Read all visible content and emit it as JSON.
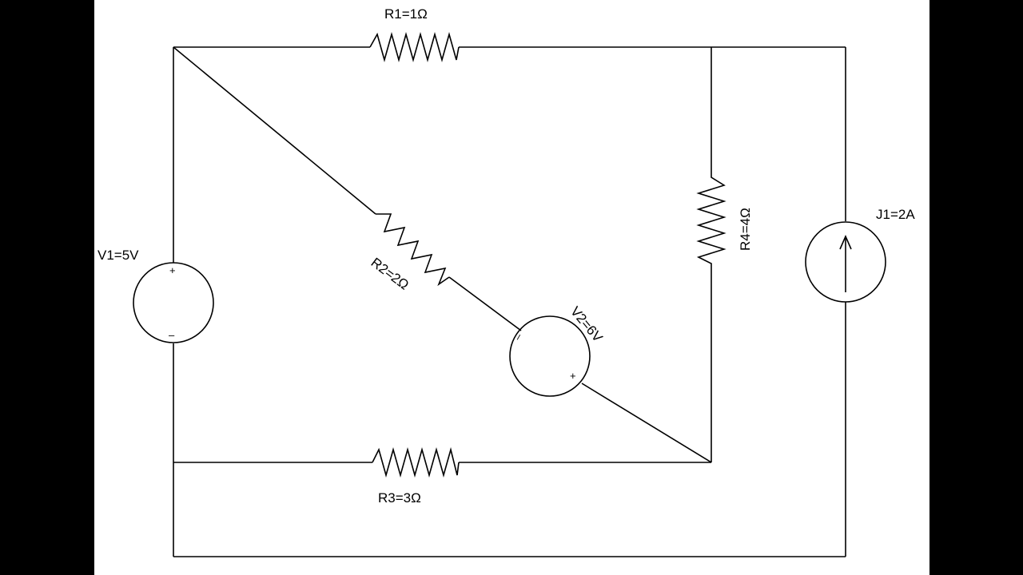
{
  "diagram": {
    "components": {
      "r1": {
        "label": "R1=1Ω"
      },
      "r2": {
        "label": "R2=2Ω"
      },
      "r3": {
        "label": "R3=3Ω"
      },
      "r4": {
        "label": "R4=4Ω"
      },
      "v1": {
        "label": "V1=5V",
        "plus": "+",
        "minus": "–"
      },
      "v2": {
        "label": "V2=6V",
        "plus": "+",
        "minus": "–"
      },
      "j1": {
        "label": "J1=2A"
      }
    }
  }
}
